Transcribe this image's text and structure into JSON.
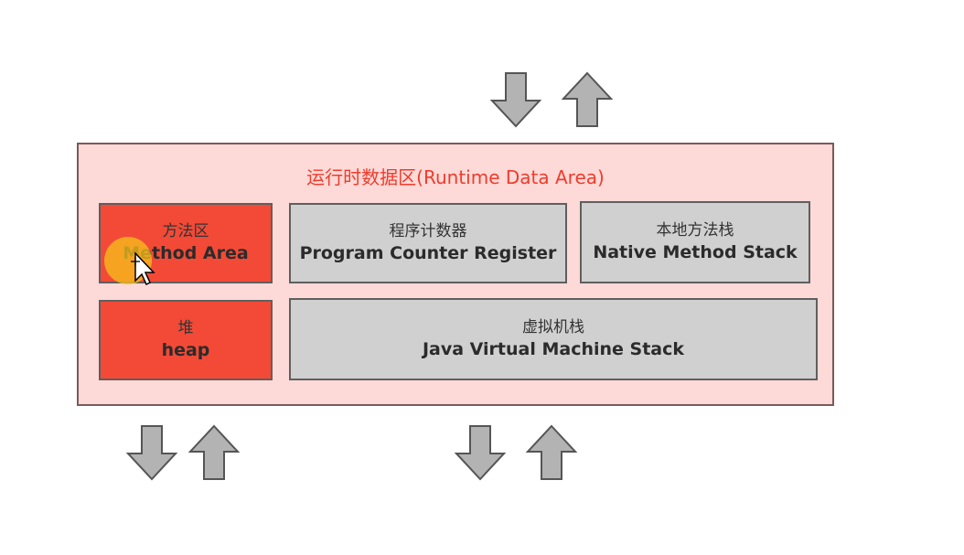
{
  "runtime_area": {
    "title": "运行时数据区(Runtime Data Area)"
  },
  "method_area": {
    "zh": "方法区",
    "en": "Method Area"
  },
  "pc_register": {
    "zh": "程序计数器",
    "en": "Program Counter Register"
  },
  "native_stack": {
    "zh": "本地方法栈",
    "en": "Native Method Stack"
  },
  "heap": {
    "zh": "堆",
    "en": "heap"
  },
  "jvm_stack": {
    "zh": "虚拟机栈",
    "en": "Java Virtual Machine Stack"
  },
  "colors": {
    "area_fill": "#fdd9d7",
    "title_red": "#ef3c2c",
    "shared_box": "#f24a37",
    "thread_box": "#d0d0d0",
    "arrow_fill": "#b3b3b3"
  },
  "icons": [
    "arrow-down-icon",
    "arrow-up-icon",
    "cursor-move-icon"
  ]
}
